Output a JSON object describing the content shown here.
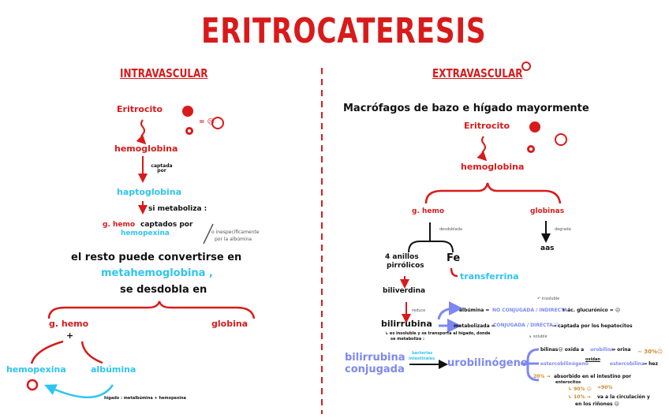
{
  "title": "ERITROCATERESIS",
  "colors": {
    "red": "#d91a1a",
    "cyan": "#2ec4f2",
    "periwinkle": "#7e88f2",
    "orange": "#c98a2c"
  },
  "intravascular": {
    "heading": "INTRAVASCULAR",
    "eritrocito": "Eritrocito",
    "equals_sad": "= ☹",
    "hemoglobina": "hemoglobina",
    "captada_por": "captada por",
    "haptoglobina": "haptoglobina",
    "si_metaboliza": "si metaboliza :",
    "g_hemo": "g. hemo",
    "captados_por": "captados por",
    "hemopexina": "hemopexina",
    "inespecificamente": "o inespecíficamente",
    "por_la_albumina": "por la albúmina",
    "resto": "el resto puede convertirse en",
    "metahemoglobina": "metahemoglobina ,",
    "se_desdobla": "se desdobla en",
    "g_hemo_2": "g. hemo",
    "plus": "+",
    "globina": "globina",
    "hemopexina_2": "hemopexina",
    "albumina": "albúmina",
    "higado": "hígado : metalbúmina + hemopexina"
  },
  "extravascular": {
    "heading": "EXTRAVASCULAR",
    "macrofagos": "Macrófagos de bazo e hígado mayormente",
    "eritrocito": "Eritrocito",
    "hemoglobina": "hemoglobina",
    "g_hemo": "g. hemo",
    "globinas": "globinas",
    "desdoblada": "desdoblada",
    "degrada": "degrada",
    "anillos": "4 anillos",
    "pirrolicos": "pirrólicos",
    "fe": "Fe",
    "transferrina": "transferrina",
    "aas": "aas",
    "biliverdina": "biliverdina",
    "reduce": "reduce",
    "bilirrubina": "bilirrubina",
    "insoluble_note": "↳ es insoluble y se transporta al hígado, donde",
    "insoluble_note_2": "se metaboliza :",
    "albumina_line": "albúmina =",
    "no_conjugada": "NO CONJUGADA / INDIRECTA",
    "acido": "+ ác. glucurónico = ☹",
    "insoluble": "↶ insoluble",
    "metabolizada": "metabolizada =",
    "conjugada": "CONJUGADA / DIRECTA ☹",
    "captada_hepatocitos": "→ captada por los hepatocitos",
    "soluble": "↳ soluble",
    "bilirrubina_conjugada_1": "bilirrubina",
    "bilirrubina_conjugada_2": "conjugada",
    "bacterias_1": "bacterias",
    "bacterias_2": "intestinales",
    "urobilinogeno": "urobilinógeno",
    "bilinas": "bilinas☹ oxida a",
    "urobilina": "urobilina",
    "orina": "→ orina",
    "pct30": "~ 30%☹",
    "estercobilinogeno": "estercobilinógeno",
    "oxidan": "oxidan",
    "estercobilina": "estercobilina",
    "hez": "→ hez",
    "pct20": "20% →",
    "absorbido": "absorbido en el intestino por",
    "enterocitos": "enterocitos",
    "pct90_a": "↳ 90% ☹",
    "pct90_b": "≈90%",
    "pct10": "↳ 10% →",
    "circulacion": "va a la circulación y",
    "rinones": "en los riñones ☹"
  }
}
